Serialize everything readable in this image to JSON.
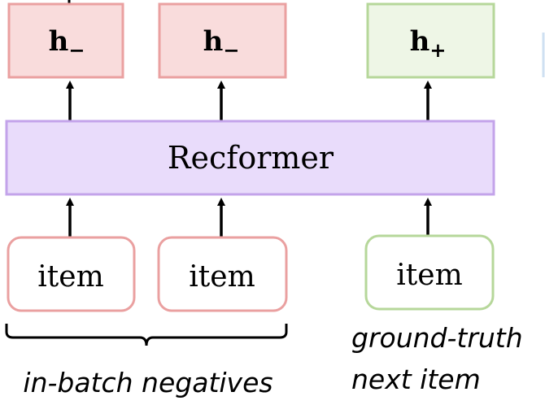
{
  "outputs": {
    "neg_label": "h",
    "neg_sub": "−",
    "pos_label": "h",
    "pos_sub": "+"
  },
  "encoder": {
    "label": "Recformer"
  },
  "inputs": {
    "neg_item_1": "item",
    "neg_item_2": "item",
    "pos_item": "item"
  },
  "captions": {
    "negatives": "in-batch negatives",
    "positive_line1": "ground-truth",
    "positive_line2": "next item"
  },
  "colors": {
    "negative_fill": "#f9dcdc",
    "negative_stroke": "#eaa0a0",
    "positive_fill": "#eef6e6",
    "positive_stroke": "#b6d79a",
    "encoder_fill": "#e9dcfb",
    "encoder_stroke": "#c3a3ea",
    "item_neg_stroke": "#eaa0a0",
    "item_pos_stroke": "#b6d79a",
    "arrow": "#000000"
  }
}
